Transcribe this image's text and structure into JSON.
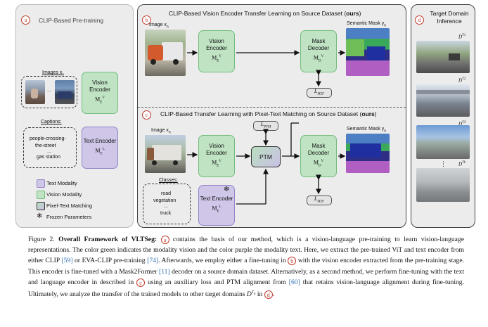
{
  "panel_a": {
    "badge": "a",
    "title": "CLIP-Based Pre-training",
    "images_label": "Images x",
    "images_sub": "n",
    "captions_label": "Captions:",
    "captions": [
      "people-crossing-",
      "the-street",
      "...",
      "gas station"
    ],
    "vision_encoder": "Vision Encoder",
    "vision_symbol": "M",
    "text_encoder": "Text Encoder",
    "text_symbol": "M",
    "legend": [
      {
        "label": "Text Modality",
        "color": "#cfc6e8"
      },
      {
        "label": "Vision Modality",
        "color": "#bfe3c3"
      },
      {
        "label": "Pixel-Text Matching",
        "color": "#888888"
      },
      {
        "label": "Frozen Parameters",
        "color": "#111111"
      }
    ]
  },
  "panel_b": {
    "badge": "b",
    "title": "CLIP-Based  Vision Encoder Transfer Learning on Source Dataset (",
    "title_bold": "ours",
    "title_end": ")",
    "image_label": "Image x",
    "image_sub": "n",
    "vision_encoder": "Vision Encoder",
    "mask_decoder": "Mask Decoder",
    "loss": "L",
    "loss_sub": "M2F",
    "semantic_mask": "Semantic Mask y",
    "semantic_sub": "n"
  },
  "panel_c": {
    "badge": "c",
    "title": "CLIP-Based Transfer Learning with Pixel-Text Matching on Source Dataset (",
    "title_bold": "ours",
    "title_end": ")",
    "image_label": "Image x",
    "image_sub": "n",
    "classes_label": "Classes:",
    "classes": [
      "road",
      "vegetation",
      "...",
      "truck"
    ],
    "vision_encoder": "Vision Encoder",
    "text_encoder": "Text Encoder",
    "ptm": "PTM",
    "mask_decoder": "Mask Decoder",
    "loss_ptm": "L",
    "loss_ptm_sub": "PTM",
    "loss_m2f": "L",
    "loss_m2f_sub": "M2F",
    "semantic_mask": "Semantic Mask y",
    "semantic_sub": "n"
  },
  "panel_d": {
    "badge": "d",
    "title": "Target Domain Inference",
    "domains": [
      "D",
      "D",
      "D",
      "D"
    ],
    "domain_sups": [
      "T1",
      "T2",
      "T3",
      "Tk"
    ],
    "ellipsis": "⋮"
  },
  "caption": {
    "prefix": "Figure 2. ",
    "bold": "Overall Framework of VLTSeg:",
    "s1": " contains the basis of our method, which is a vision-language pre-training to learn vision-language representations.  The color green indicates the modality vision and the color purple the modality text.  Here, we extract the pre-trained ViT and text encoder from either CLIP ",
    "c1": "[59]",
    "s2": " or EVA-CLIP pre-training ",
    "c2": "[74]",
    "s3": ". Afterwards, we employ either a fine-tuning in ",
    "s4": " with the vision encoder extracted from the pre-training stage. This encoder is fine-tuned with a Mask2Former ",
    "c3": "[11]",
    "s5": " decoder on a source domain dataset. Alternatively, as a second method, we perform fine-tuning with the text and language encoder in described in ",
    "s6": " using an auxiliary loss and PTM alignment from ",
    "c4": "[60]",
    "s7": " that retains vision-language alignment during fine-tuning. Ultimately, we analyze the transfer of the trained models to other target domains ",
    "s8": " in ",
    "s9": ".",
    "badges": [
      "a",
      "b",
      "c",
      "d"
    ]
  },
  "colors": {
    "green": "#bfe3c3",
    "purple": "#cfc6e8",
    "accent": "#c0392b",
    "cite": "#2b6cb0"
  }
}
